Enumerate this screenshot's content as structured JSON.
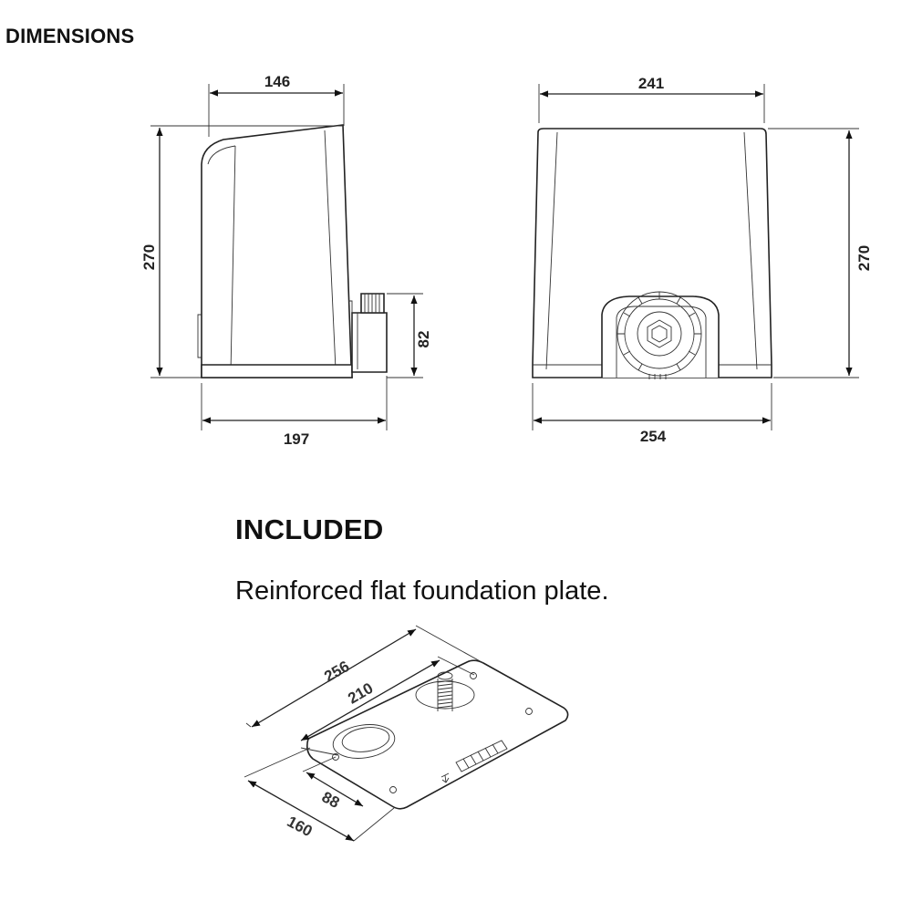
{
  "headings": {
    "dimensions": "DIMENSIONS",
    "included": "INCLUDED",
    "included_description": "Reinforced flat foundation plate."
  },
  "dimensions": {
    "side_top_width": "146",
    "side_height": "270",
    "side_base_width": "197",
    "side_connector_height": "82",
    "front_top_width": "241",
    "front_height": "270",
    "front_base_width": "254"
  },
  "plate_dimensions": {
    "length_outer": "256",
    "length_inner": "210",
    "width_inner": "88",
    "width_outer": "160"
  }
}
